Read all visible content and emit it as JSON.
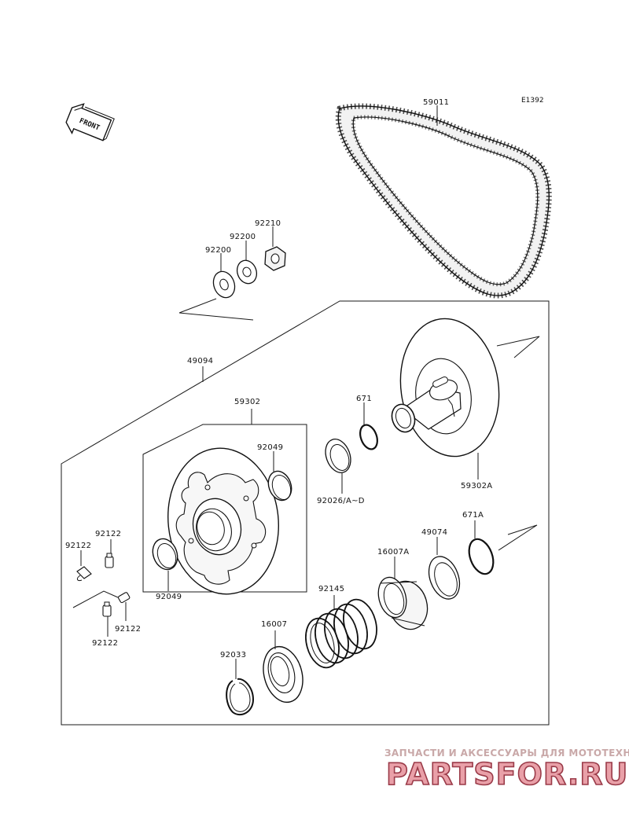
{
  "diagram_code": "E1392",
  "front_label": "FRONT",
  "parts": {
    "belt": "59011",
    "washer_a": "92200",
    "washer_b": "92200",
    "nut": "92210",
    "clutch_assy": "49094",
    "movable_sheave": "59302",
    "fixed_sheave": "59302A",
    "bushing_upper": "92049",
    "bushing_lower": "92049",
    "ring_671": "671",
    "shim_92026": "92026/A~D",
    "ring_671a": "671A",
    "spacer_49074": "49074",
    "cam_16007a": "16007A",
    "spring_92145": "92145",
    "seat_16007": "16007",
    "circlip_92033": "92033",
    "fitting_a": "92122",
    "fitting_b": "92122",
    "fitting_c": "92122",
    "fitting_d": "92122"
  },
  "watermark": {
    "subtitle": "ЗАПЧАСТИ И АКСЕССУАРЫ ДЛЯ МОТОТЕХНИКИ",
    "logo": "PARTSFOR.RU"
  }
}
